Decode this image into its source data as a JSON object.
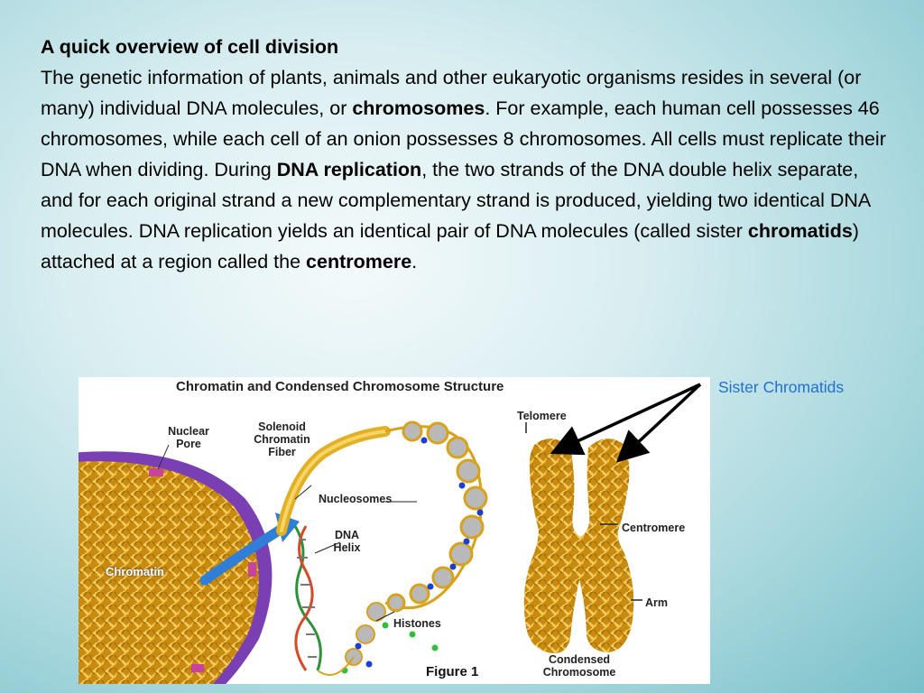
{
  "slide": {
    "title": "A quick overview of cell division",
    "paragraph": {
      "p1": "The genetic information of plants, animals and other eukaryotic organisms resides in several (or many) individual DNA molecules, or ",
      "b1": "chromosomes",
      "p2": ". For example, each human cell possesses 46",
      "p3": "chromosomes, while each cell of an onion possesses 8 chromosomes. All cells must replicate their DNA when dividing. During ",
      "b2": "DNA replication",
      "p4": ", the two strands of the DNA double helix separate, and for each original strand a new complementary strand is produced, yielding two identical DNA molecules. DNA replication yields an identical pair of DNA molecules (called sister ",
      "b3": "chromatids",
      "p5": ") attached at a region called the ",
      "b4": "centromere",
      "p6": "."
    }
  },
  "figure": {
    "title": "Chromatin and Condensed Chromosome Structure",
    "labels": {
      "nuclear_pore": "Nuclear\nPore",
      "solenoid": "Solenoid\nChromatin\nFiber",
      "nucleosomes": "Nucleosomes",
      "dna_helix": "DNA\nHelix",
      "histones": "Histones",
      "chromatin": "Chromatin",
      "telomere": "Telomere",
      "centromere": "Centromere",
      "arm": "Arm",
      "condensed": "Condensed\nChromosome"
    },
    "caption": "Figure 1"
  },
  "callout": {
    "label": "Sister Chromatids",
    "color": "#1f6fd6"
  },
  "colors": {
    "chromatin_fiber": "#d9a21b",
    "nucleus_membrane": "#7a3fb3",
    "arrow_blue": "#2f7fd8",
    "nucleosome_gray": "#b9b9b9",
    "histone_blue": "#1a3fd6",
    "histone_green": "#2fbf3a"
  }
}
